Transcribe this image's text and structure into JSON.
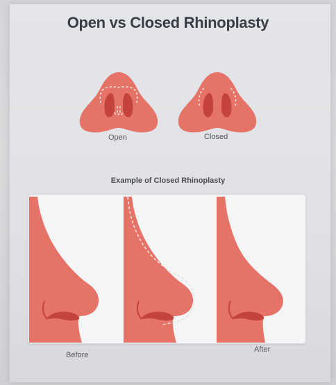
{
  "title": "Open vs Closed Rhinoplasty",
  "top_labels": {
    "open": "Open",
    "closed": "Closed"
  },
  "subtitle": "Example of Closed Rhinoplasty",
  "panel_labels": {
    "before": "Before",
    "after": "After"
  },
  "colors": {
    "nose": "#e57368",
    "nostril": "#c4433d",
    "incision": "#f5e2dc"
  }
}
